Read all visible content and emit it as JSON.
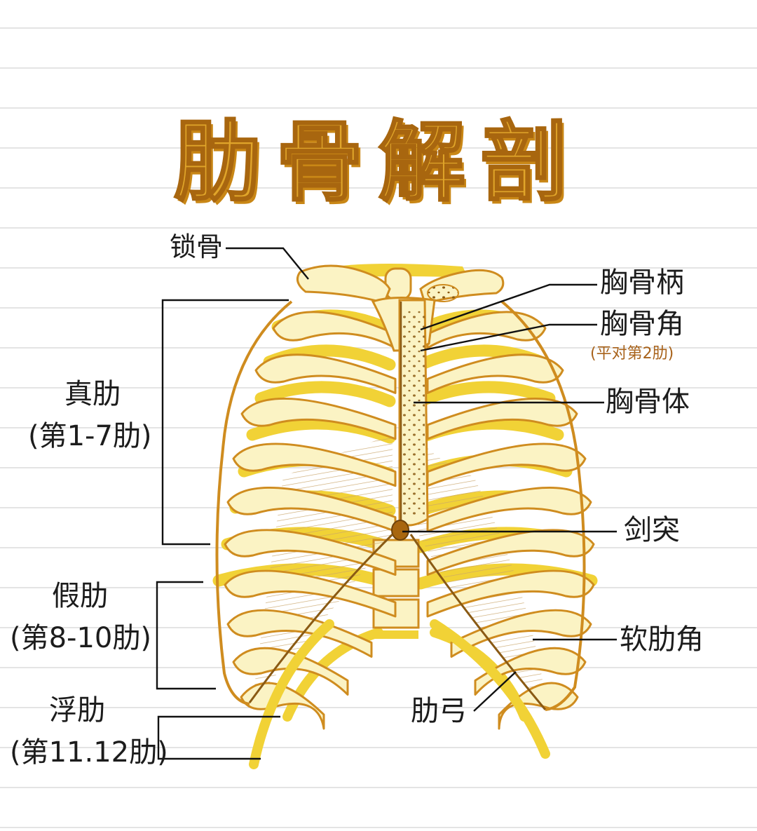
{
  "title": "肋骨解剖",
  "labels": {
    "clavicle": "锁骨",
    "manubrium": "胸骨柄",
    "sternal_angle": "胸骨角",
    "sternal_angle_note": "(平对第2肋)",
    "sternum_body": "胸骨体",
    "xiphoid": "剑突",
    "costal_angle": "软肋角",
    "costal_arch": "肋弓"
  },
  "groups": {
    "true_ribs": {
      "name": "真肋",
      "range": "(第1-7肋)"
    },
    "false_ribs": {
      "name": "假肋",
      "range": "(第8-10肋)"
    },
    "floating_ribs": {
      "name": "浮肋",
      "range": "(第11.12肋)"
    }
  },
  "colors": {
    "bone_fill": "#fbf3c4",
    "bone_outline": "#cf8c1f",
    "posterior_rib": "#f1d236",
    "cartilage_hatch": "#c9a56a",
    "title": "#e0a52a",
    "note": "#a8621a",
    "ink": "#1c1c1c",
    "ruled_line": "#dcdcdc"
  }
}
